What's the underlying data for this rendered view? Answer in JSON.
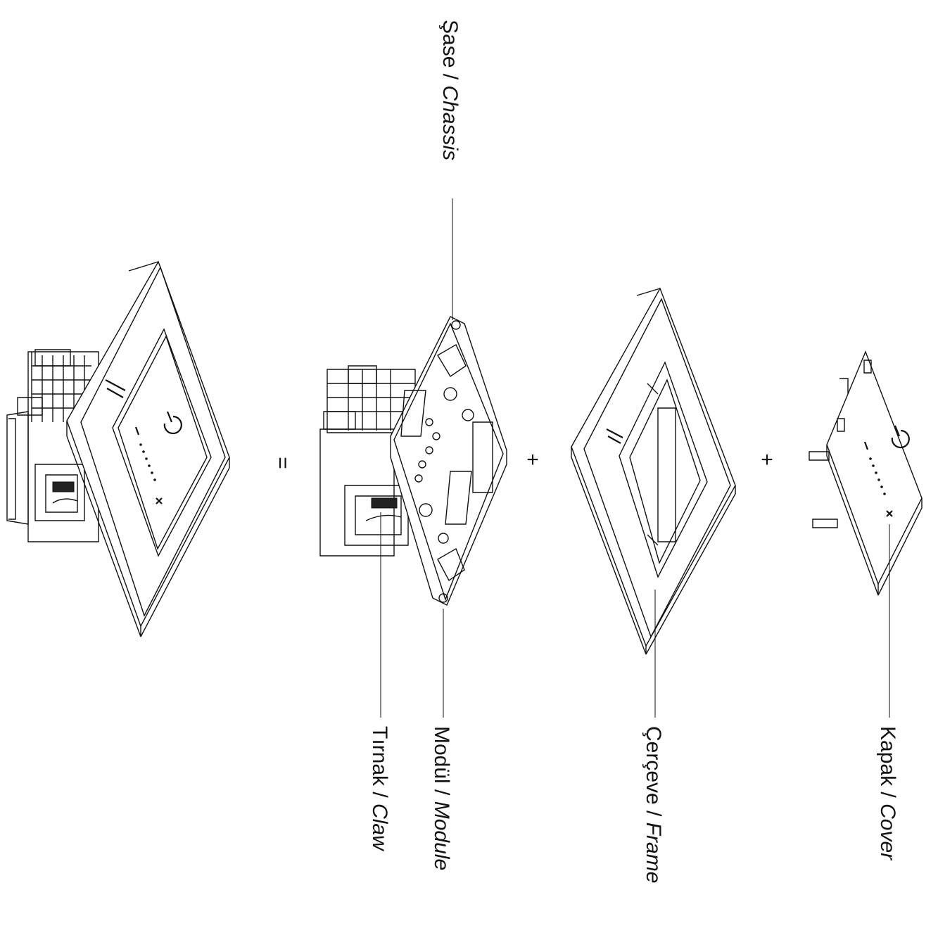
{
  "operators": {
    "equals": "=",
    "plus_1": "+",
    "plus_2": "+"
  },
  "labels": {
    "chassis": {
      "tr": "Şase",
      "sep": " / ",
      "en": "Chassis"
    },
    "claw": {
      "tr": "Tırnak",
      "sep": " / ",
      "en": "Claw"
    },
    "module": {
      "tr": "Modül",
      "sep": " / ",
      "en": "Module"
    },
    "frame": {
      "tr": "Çerçeve",
      "sep": " / ",
      "en": "Frame"
    },
    "cover": {
      "tr": "Kapak",
      "sep": " / ",
      "en": "Cover"
    }
  },
  "colors": {
    "line": "#111111",
    "background": "#ffffff"
  }
}
